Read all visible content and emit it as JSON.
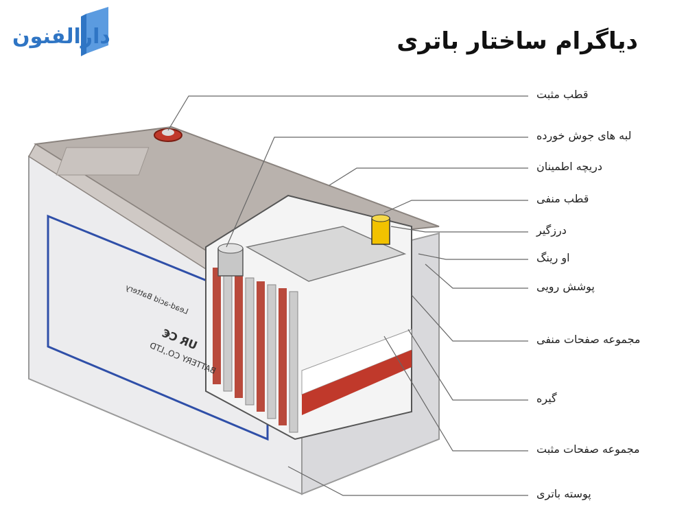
{
  "title": "دیاگرام ساختار باتری",
  "logo": {
    "text": "دارالفنون"
  },
  "casing": {
    "brand_text": "BATTERY CO.,LTD",
    "product_text": "Lead-acid Battery",
    "marks": "UR  C€"
  },
  "labels": [
    "قطب مثبت",
    "لبه های جوش خورده",
    "دریچه اطمینان",
    "قطب منفی",
    "درزگیر",
    "او رینگ",
    "پوشش رویی",
    "مجموعه صفحات منفی",
    "گیره",
    "مجموعه صفحات مثبت",
    "پوسته باتری"
  ],
  "colors": {
    "logo_blue": "#2f75c4",
    "body_gray": "#e6e6e8",
    "lid_gray": "#b9b2ad",
    "plate_red": "#c0392b",
    "terminal_yellow": "#f2c200"
  }
}
